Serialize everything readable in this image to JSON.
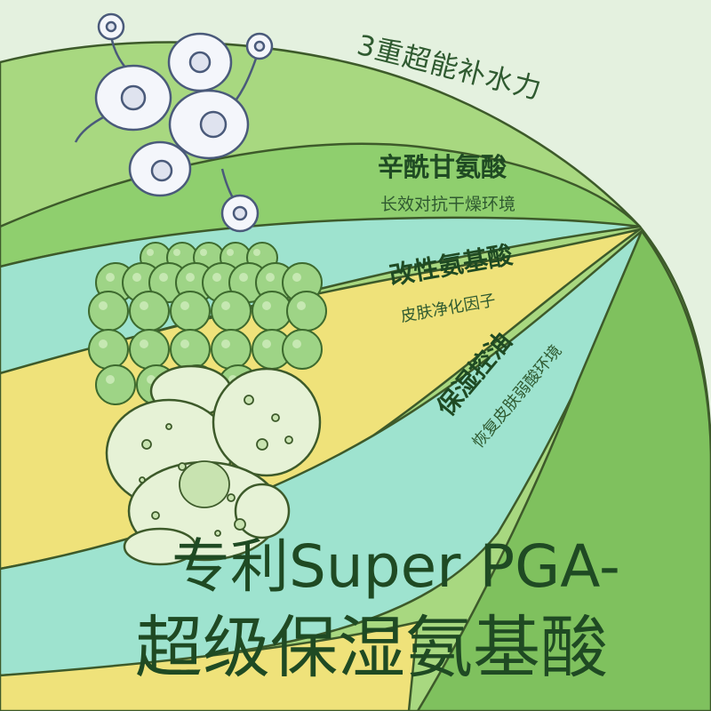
{
  "headline": {
    "line1": "专利Super PGA-",
    "line2": "超级保湿氨基酸"
  },
  "band_title": "3重超能补水力",
  "features": [
    {
      "title": "辛酰甘氨酸",
      "subtitle": "长效对抗干燥环境"
    },
    {
      "title": "改性氨基酸",
      "subtitle": "皮肤净化因子"
    },
    {
      "title": "保湿控油",
      "subtitle": "恢复皮肤弱酸环境"
    }
  ],
  "colors": {
    "background": "#e4f1df",
    "leaf_green": "#a8d880",
    "leaf_mid": "#8fcf6e",
    "leaf_dark": "#7fc15e",
    "aqua": "#9ee3cf",
    "yellow": "#efe27a",
    "outline": "#3d5a2a",
    "text": "#1f4a23"
  }
}
